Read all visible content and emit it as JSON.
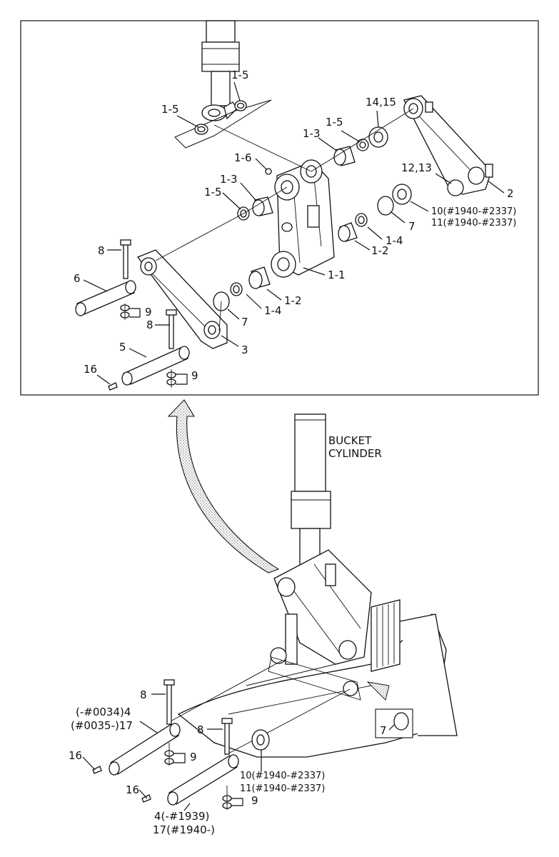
{
  "cylinder_label": [
    "BUCKET",
    "CYLINDER"
  ],
  "upper_labels": {
    "l15a": "1-5",
    "l15b": "1-5",
    "l15c": "1-5",
    "l15d": "1-5",
    "l1415": "14,15",
    "l13a": "1-3",
    "l13b": "1-3",
    "l16": "1-6",
    "l1213": "12,13",
    "l2": "2",
    "l10": "10(#1940-#2337)",
    "l11": "11(#1940-#2337)",
    "l7a": "7",
    "l14a": "1-4",
    "l12a": "1-2",
    "l8a": "8",
    "l6": "6",
    "l11b": "1-1",
    "l9a": "9",
    "l7b": "7",
    "l14b": "1-4",
    "l12b": "1-2",
    "l8b": "8",
    "l5": "5",
    "l3": "3",
    "l16b": "16",
    "l9b": "9"
  },
  "lower_labels": {
    "l8c": "8",
    "l4a": "(-#0034)4",
    "l17a": "(#0035-)17",
    "l8d": "8",
    "l7c": "7",
    "l16c": "16",
    "l9c": "9",
    "l10b": "10(#1940-#2337)",
    "l11c": "11(#1940-#2337)",
    "l16d": "16",
    "l9d": "9",
    "l4b": "4(-#1939)",
    "l17b": "17(#1940-)"
  }
}
